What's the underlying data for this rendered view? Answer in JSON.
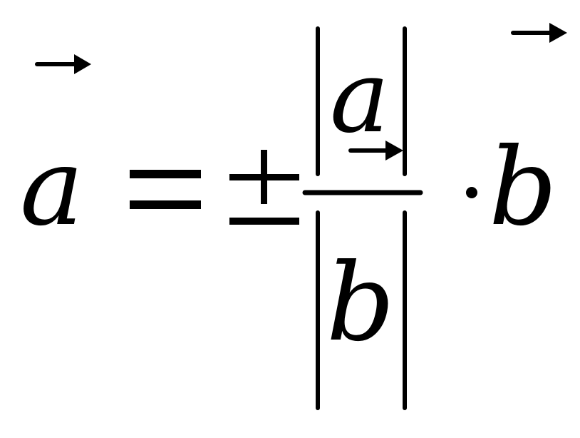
{
  "formula": {
    "lhs_symbol": "a",
    "equals": "=",
    "plus_minus": "±",
    "numerator_symbol": "a",
    "denominator_symbol": "b",
    "dot": "·",
    "rhs_symbol": "b"
  }
}
